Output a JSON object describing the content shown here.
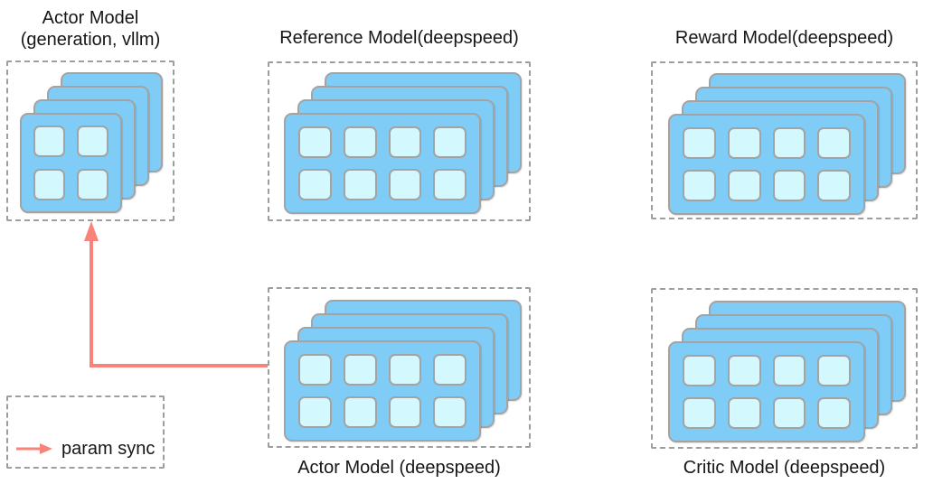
{
  "diagram": {
    "groups": [
      {
        "name": "actor-generation",
        "title_line1": "Actor Model",
        "title_line2": "(generation, vllm)",
        "title_position": "above",
        "stack_layers": 4,
        "gpu_rows": 2,
        "gpu_cols": 2
      },
      {
        "name": "reference-model",
        "title": "Reference Model(deepspeed)",
        "title_position": "above",
        "stack_layers": 4,
        "gpu_rows": 2,
        "gpu_cols": 4
      },
      {
        "name": "reward-model",
        "title": "Reward Model(deepspeed)",
        "title_position": "above",
        "stack_layers": 4,
        "gpu_rows": 2,
        "gpu_cols": 4
      },
      {
        "name": "actor-model-deepspeed",
        "title": "Actor Model (deepspeed)",
        "title_position": "below",
        "stack_layers": 4,
        "gpu_rows": 2,
        "gpu_cols": 4
      },
      {
        "name": "critic-model-deepspeed",
        "title": "Critic Model (deepspeed)",
        "title_position": "below",
        "stack_layers": 4,
        "gpu_rows": 2,
        "gpu_cols": 4
      }
    ],
    "legend": {
      "label": "param sync"
    },
    "colors": {
      "card_fill": "#7fccf6",
      "cell_fill": "#d3f8fd",
      "card_border": "#a3a3a3",
      "box_border": "#9e9e9e",
      "arrow": "#f8837a",
      "text": "#161616"
    }
  }
}
